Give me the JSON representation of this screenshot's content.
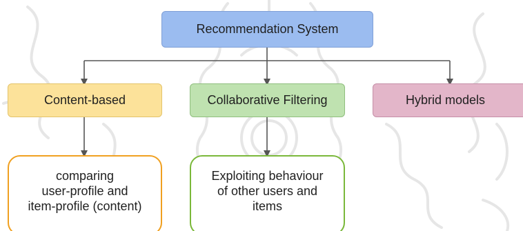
{
  "diagram": {
    "root": {
      "label": "Recommendation System"
    },
    "branches": [
      {
        "label": "Content-based",
        "description": "comparing\nuser-profile and\nitem-profile (content)"
      },
      {
        "label": "Collaborative Filtering",
        "description": "Exploiting behaviour\nof other users and\nitems"
      },
      {
        "label": "Hybrid models"
      }
    ]
  },
  "colors": {
    "root_fill": "#9bbcf0",
    "content_fill": "#fce29a",
    "collab_fill": "#bfe2b0",
    "hybrid_fill": "#e3b6c9",
    "content_desc_border": "#f0a020",
    "collab_desc_border": "#7ab83a",
    "connector": "#555555"
  }
}
